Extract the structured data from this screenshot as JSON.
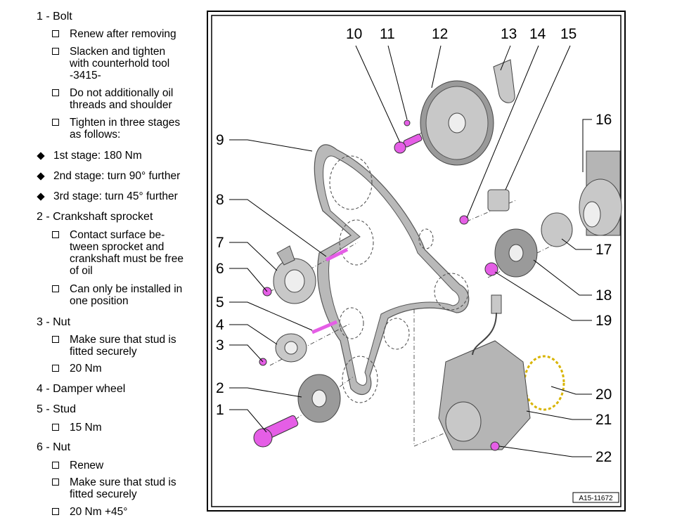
{
  "legend": {
    "item1": {
      "title": "1 - Bolt",
      "n1": "Renew after removing",
      "n2": "Slacken and tighten\nwith counterhold tool\n-3415-",
      "n3": "Do not additionally oil\nthreads and shoulder",
      "n4": "Tighten in three stages\nas follows:",
      "s1": "1st stage: 180 Nm",
      "s2": "2nd stage: turn 90° further",
      "s3": "3rd stage: turn 45° further"
    },
    "item2": {
      "title": "2 - Crankshaft sprocket",
      "n1": "Contact surface be-\ntween sprocket and\ncrankshaft must be free\nof oil",
      "n2": "Can only be installed in\none position"
    },
    "item3": {
      "title": "3 - Nut",
      "n1": "Make sure that stud is\nfitted securely",
      "n2": "20 Nm"
    },
    "item4": {
      "title": "4 - Damper wheel"
    },
    "item5": {
      "title": "5 - Stud",
      "n1": "15 Nm"
    },
    "item6": {
      "title": "6 - Nut",
      "n1": "Renew",
      "n2": "Make sure that stud is\nfitted securely",
      "n3": "20 Nm +45°"
    }
  },
  "figure": {
    "callouts": [
      "1",
      "2",
      "3",
      "4",
      "5",
      "6",
      "7",
      "8",
      "9",
      "10",
      "11",
      "12",
      "13",
      "14",
      "15",
      "16",
      "17",
      "18",
      "19",
      "20",
      "21",
      "22"
    ],
    "reference": "A15-11672",
    "colors": {
      "part_pink": "#e55ee6",
      "part_gray": "#c8c8c8",
      "seal_yellow": "#d8b400",
      "frame": "#000000"
    }
  }
}
